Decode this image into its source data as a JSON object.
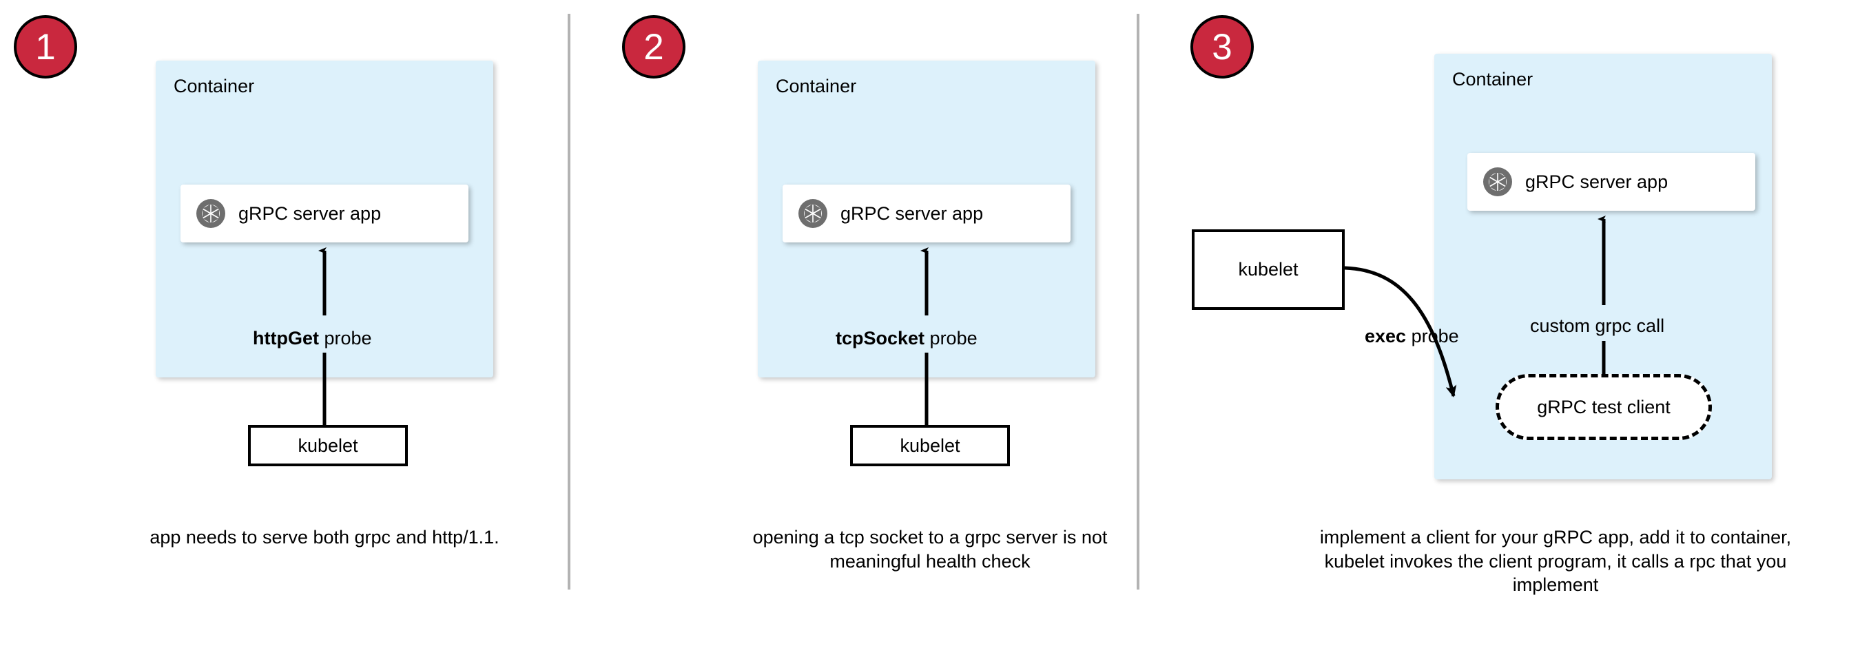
{
  "theme": {
    "badge_fill": "#c9283e",
    "badge_text": "#ffffff",
    "container_fill": "#ddf1fb",
    "card_fill": "#ffffff",
    "line_color": "#000000",
    "divider_color": "#b3b3b3",
    "icon_color": "#6e6e6e"
  },
  "panels": [
    {
      "number": "1",
      "container_label": "Container",
      "app_label": "gRPC server app",
      "app_icon": "aperture-icon",
      "probe_bold": "httpGet",
      "probe_rest": " probe",
      "kubelet_label": "kubelet",
      "caption": "app needs to serve both grpc and http/1.1."
    },
    {
      "number": "2",
      "container_label": "Container",
      "app_label": "gRPC server app",
      "app_icon": "aperture-icon",
      "probe_bold": "tcpSocket",
      "probe_rest": " probe",
      "kubelet_label": "kubelet",
      "caption": "opening a tcp socket to a grpc server is not meaningful health check"
    },
    {
      "number": "3",
      "container_label": "Container",
      "app_label": "gRPC server app",
      "app_icon": "aperture-icon",
      "probe_bold": "exec",
      "probe_rest": " probe",
      "call_label": "custom grpc call",
      "test_client_label": "gRPC test client",
      "kubelet_label": "kubelet",
      "caption": "implement a client for your gRPC app, add it to container, kubelet invokes the client program, it calls a rpc that you implement"
    }
  ]
}
